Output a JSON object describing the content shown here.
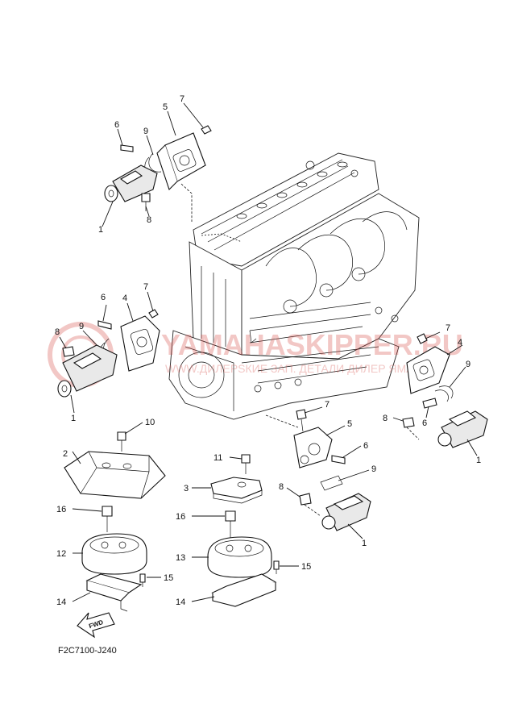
{
  "diagram_code": "F2C7100-J240",
  "fwd_label": "FWD",
  "watermark": {
    "line1": "YAMAHASKIPPER.RU",
    "line2": "WWW.ДИЛЕРSКИЕ ЗАП. ДЕТАЛИ ДИЛЕР ЯМАХА",
    "color": "#d9534f"
  },
  "callouts": {
    "c1a": "1",
    "c1b": "1",
    "c1c": "1",
    "c1d": "1",
    "c2": "2",
    "c3": "3",
    "c4a": "4",
    "c4b": "4",
    "c5a": "5",
    "c5b": "5",
    "c6a": "6",
    "c6b": "6",
    "c6c": "6",
    "c6d": "6",
    "c7a": "7",
    "c7b": "7",
    "c7c": "7",
    "c7d": "7",
    "c8a": "8",
    "c8b": "8",
    "c8c": "8",
    "c8d": "8",
    "c9a": "9",
    "c9b": "9",
    "c9c": "9",
    "c9d": "9",
    "c10": "10",
    "c11": "11",
    "c12": "12",
    "c13": "13",
    "c14a": "14",
    "c14b": "14",
    "c15a": "15",
    "c15b": "15",
    "c16a": "16",
    "c16b": "16"
  }
}
